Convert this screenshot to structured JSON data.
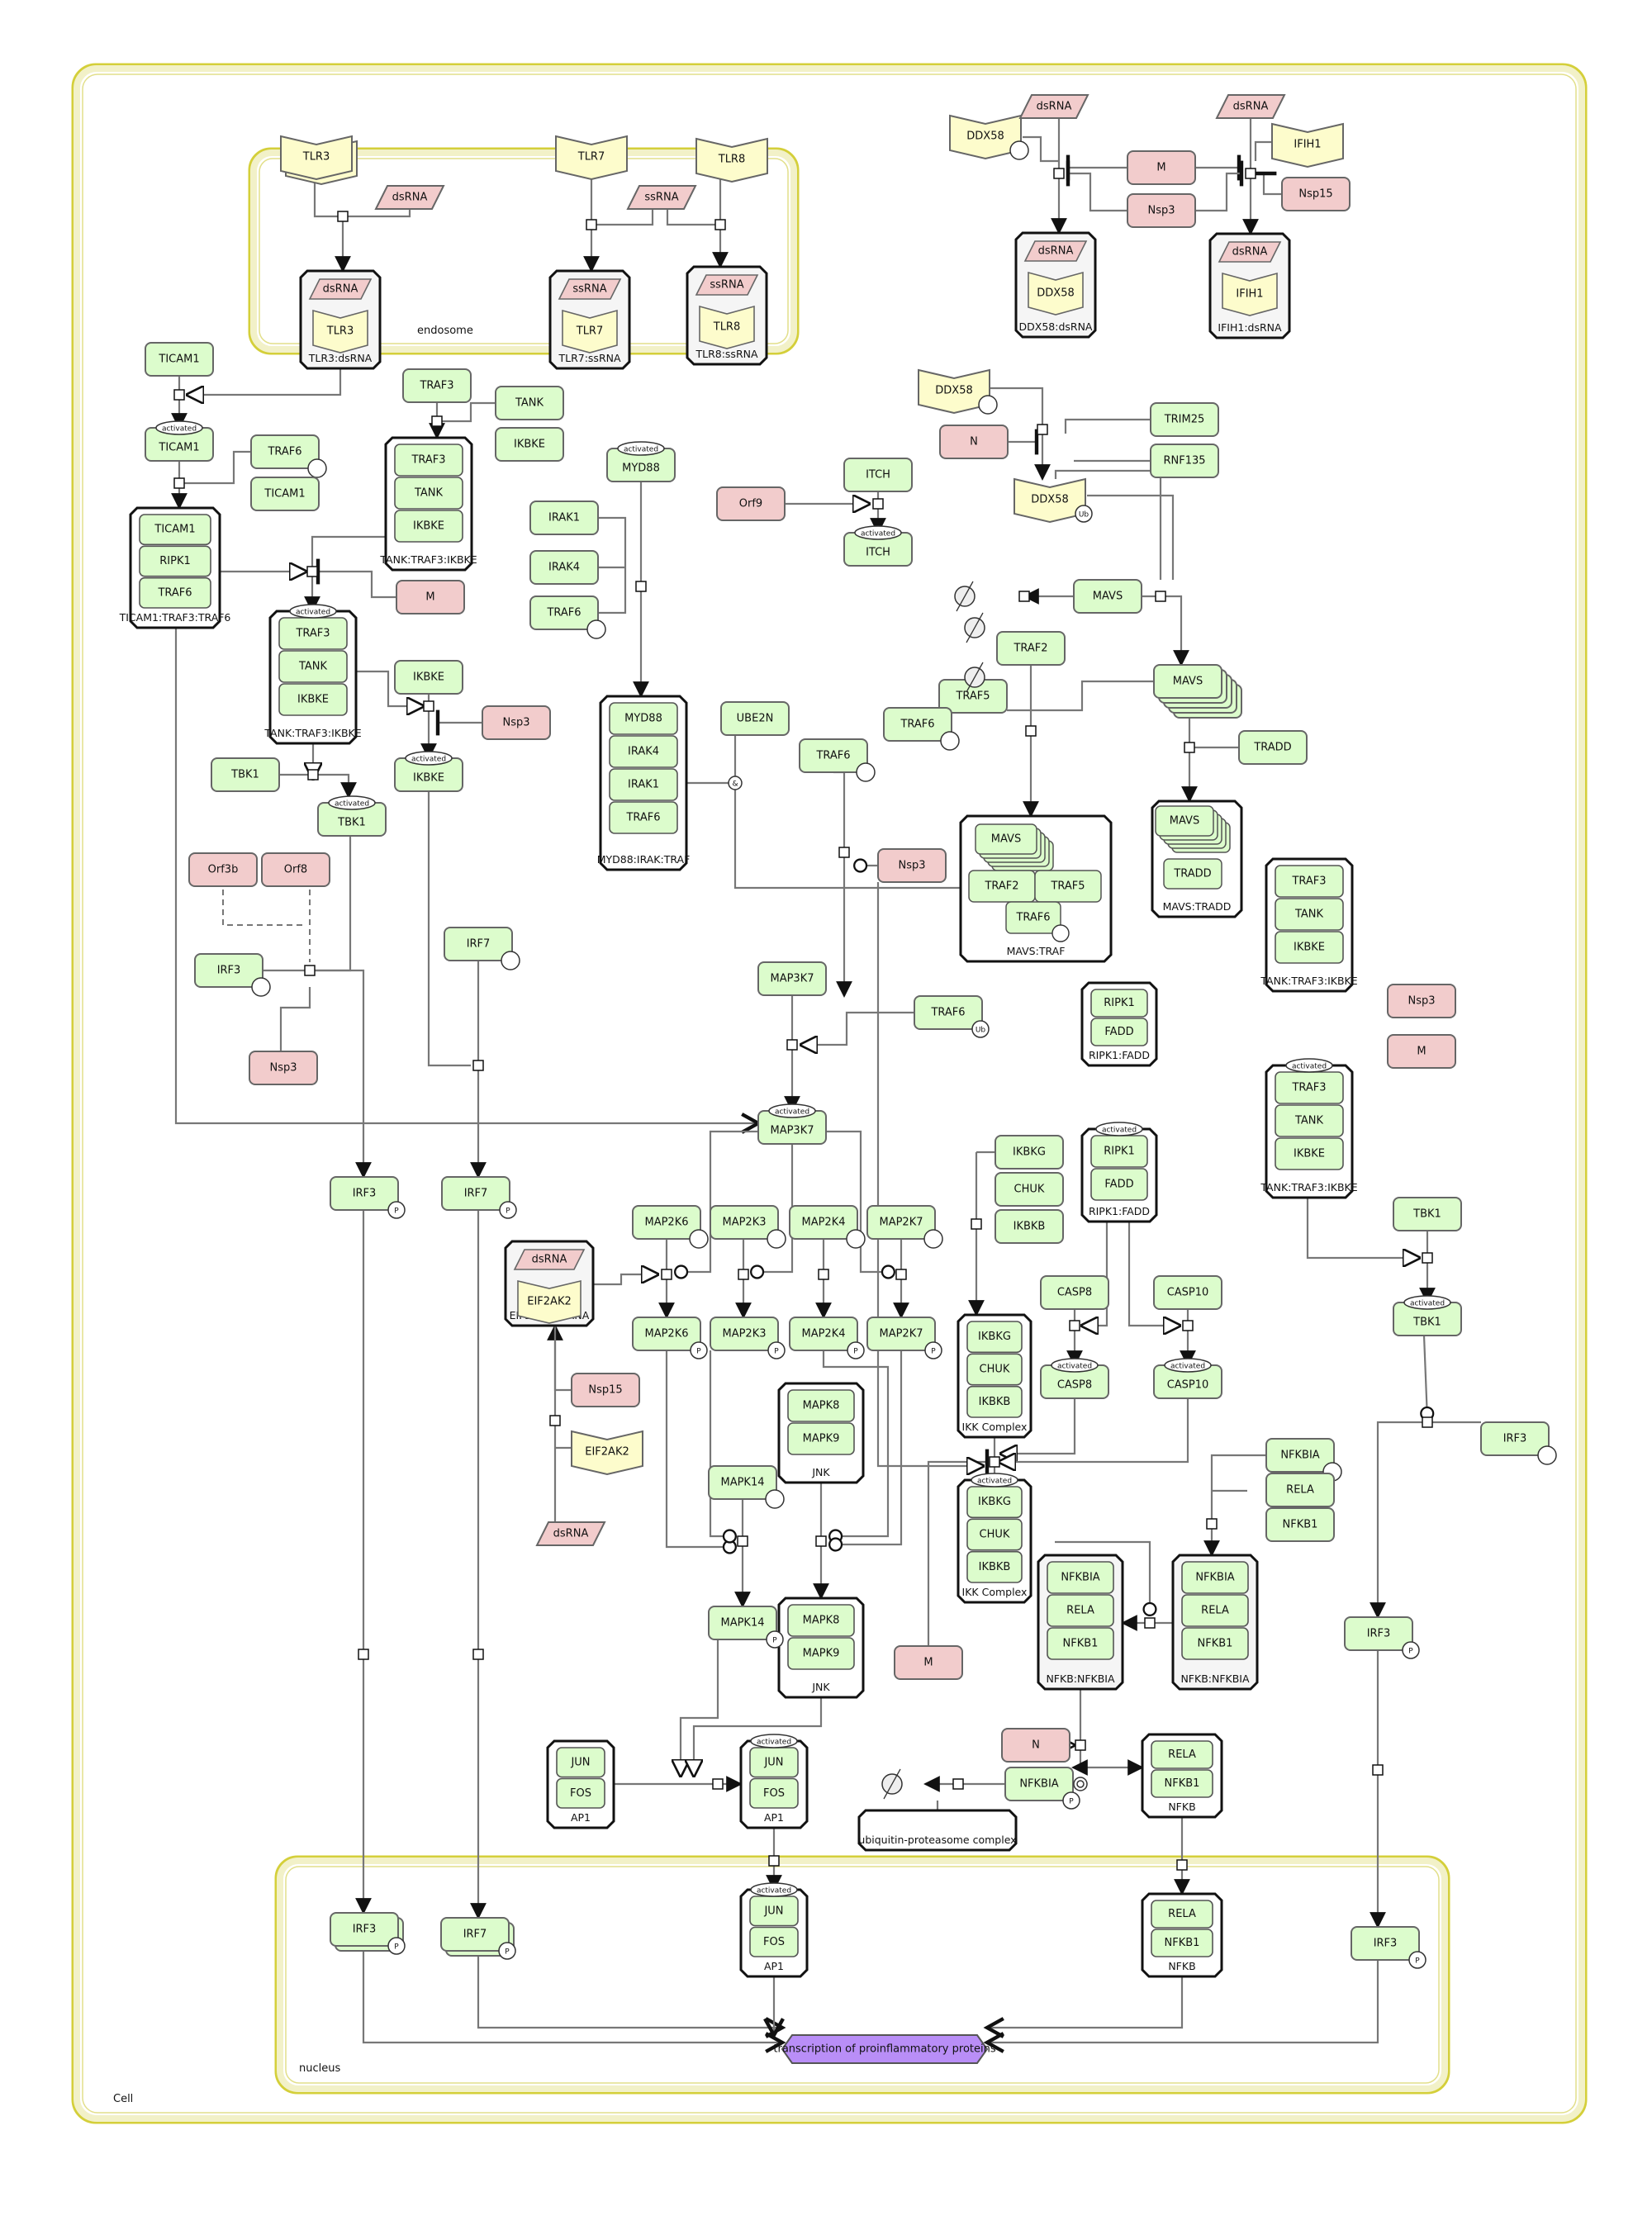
{
  "title": "SARS-CoV innate immune signaling pathway (SBGN process diagram)",
  "compartments": {
    "cell": "Cell",
    "endosome": "endosome",
    "nucleus": "nucleus"
  },
  "state_labels": {
    "activated": "activated",
    "phospho": "P",
    "ubiquitin": "Ub"
  },
  "colors": {
    "host_protein": "#dcfccc",
    "viral_protein": "#f2cccc",
    "receptor": "#fdfccc",
    "rna": "#f2cccc",
    "complex_bg": "#f5f5f5",
    "phenotype": "#b98ef7",
    "compartment": "#d4cf3a",
    "compartment_fill": "#f2f1c8"
  },
  "nodes": [
    {
      "id": "tlr3",
      "label": "TLR3",
      "kind": "receptor",
      "multimer": true
    },
    {
      "id": "tlr7",
      "label": "TLR7",
      "kind": "receptor"
    },
    {
      "id": "tlr8",
      "label": "TLR8",
      "kind": "receptor"
    },
    {
      "id": "dsrna_e",
      "label": "dsRNA",
      "kind": "rna"
    },
    {
      "id": "ssrna_e",
      "label": "ssRNA",
      "kind": "rna"
    },
    {
      "id": "ddx58_a",
      "label": "DDX58",
      "kind": "receptor",
      "sv": "empty"
    },
    {
      "id": "dsrna_r1",
      "label": "dsRNA",
      "kind": "rna"
    },
    {
      "id": "dsrna_r2",
      "label": "dsRNA",
      "kind": "rna"
    },
    {
      "id": "ifih1",
      "label": "IFIH1",
      "kind": "receptor"
    },
    {
      "id": "m_top",
      "label": "M",
      "kind": "viral"
    },
    {
      "id": "nsp3_top",
      "label": "Nsp3",
      "kind": "viral"
    },
    {
      "id": "nsp15_top",
      "label": "Nsp15",
      "kind": "viral"
    },
    {
      "id": "ticam1",
      "label": "TICAM1",
      "kind": "protein"
    },
    {
      "id": "ticam1_act",
      "label": "TICAM1",
      "kind": "protein",
      "activated": true
    },
    {
      "id": "traf6_a",
      "label": "TRAF6",
      "kind": "protein",
      "sv": "empty"
    },
    {
      "id": "ticam1_b",
      "label": "TICAM1",
      "kind": "protein"
    },
    {
      "id": "traf3_a",
      "label": "TRAF3",
      "kind": "protein"
    },
    {
      "id": "tank_a",
      "label": "TANK",
      "kind": "protein"
    },
    {
      "id": "ikbke_a",
      "label": "IKBKE",
      "kind": "protein"
    },
    {
      "id": "myd88_act",
      "label": "MYD88",
      "kind": "protein",
      "activated": true
    },
    {
      "id": "myd88",
      "label": "MYD88",
      "kind": "protein"
    },
    {
      "id": "irak1",
      "label": "IRAK1",
      "kind": "protein"
    },
    {
      "id": "irak4",
      "label": "IRAK4",
      "kind": "protein"
    },
    {
      "id": "traf6_b",
      "label": "TRAF6",
      "kind": "protein",
      "sv": "empty"
    },
    {
      "id": "m_a",
      "label": "M",
      "kind": "viral"
    },
    {
      "id": "ddx58_b",
      "label": "DDX58",
      "kind": "receptor",
      "sv": "empty"
    },
    {
      "id": "n_a",
      "label": "N",
      "kind": "viral"
    },
    {
      "id": "trim25",
      "label": "TRIM25",
      "kind": "protein"
    },
    {
      "id": "rnf135",
      "label": "RNF135",
      "kind": "protein"
    },
    {
      "id": "ddx58_ub",
      "label": "DDX58",
      "kind": "receptor",
      "sv": "Ub"
    },
    {
      "id": "itch",
      "label": "ITCH",
      "kind": "protein"
    },
    {
      "id": "orf9",
      "label": "Orf9",
      "kind": "viral"
    },
    {
      "id": "itch_act",
      "label": "ITCH",
      "kind": "protein",
      "activated": true
    },
    {
      "id": "mavs",
      "label": "MAVS",
      "kind": "protein"
    },
    {
      "id": "traf2",
      "label": "TRAF2",
      "kind": "protein"
    },
    {
      "id": "traf5",
      "label": "TRAF5",
      "kind": "protein"
    },
    {
      "id": "traf6_c",
      "label": "TRAF6",
      "kind": "protein",
      "sv": "empty"
    },
    {
      "id": "mavs_multi",
      "label": "MAVS",
      "kind": "protein",
      "multimer": true
    },
    {
      "id": "tradd",
      "label": "TRADD",
      "kind": "protein"
    },
    {
      "id": "ikbke_b",
      "label": "IKBKE",
      "kind": "protein"
    },
    {
      "id": "nsp3_a",
      "label": "Nsp3",
      "kind": "viral"
    },
    {
      "id": "ikbke_act",
      "label": "IKBKE",
      "kind": "protein",
      "activated": true
    },
    {
      "id": "tbk1_a",
      "label": "TBK1",
      "kind": "protein"
    },
    {
      "id": "tbk1_act",
      "label": "TBK1",
      "kind": "protein",
      "activated": true
    },
    {
      "id": "ube2n",
      "label": "UBE2N",
      "kind": "protein"
    },
    {
      "id": "traf6_d",
      "label": "TRAF6",
      "kind": "protein",
      "sv": "empty"
    },
    {
      "id": "nsp3_b",
      "label": "Nsp3",
      "kind": "viral"
    },
    {
      "id": "orf3b",
      "label": "Orf3b",
      "kind": "viral"
    },
    {
      "id": "orf8",
      "label": "Orf8",
      "kind": "viral"
    },
    {
      "id": "irf3_a",
      "label": "IRF3",
      "kind": "protein",
      "sv": "empty"
    },
    {
      "id": "nsp3_c",
      "label": "Nsp3",
      "kind": "viral"
    },
    {
      "id": "irf7_a",
      "label": "IRF7",
      "kind": "protein",
      "sv": "empty"
    },
    {
      "id": "map3k7",
      "label": "MAP3K7",
      "kind": "protein"
    },
    {
      "id": "traf6_ub",
      "label": "TRAF6",
      "kind": "protein",
      "sv": "Ub"
    },
    {
      "id": "nsp3_d",
      "label": "Nsp3",
      "kind": "viral"
    },
    {
      "id": "m_b",
      "label": "M",
      "kind": "viral"
    },
    {
      "id": "map3k7_act",
      "label": "MAP3K7",
      "kind": "protein",
      "activated": true
    },
    {
      "id": "irf3_p",
      "label": "IRF3",
      "kind": "protein",
      "sv": "P"
    },
    {
      "id": "irf7_p",
      "label": "IRF7",
      "kind": "protein",
      "sv": "P"
    },
    {
      "id": "map2k6",
      "label": "MAP2K6",
      "kind": "protein",
      "sv": "empty"
    },
    {
      "id": "map2k3",
      "label": "MAP2K3",
      "kind": "protein",
      "sv": "empty"
    },
    {
      "id": "map2k4",
      "label": "MAP2K4",
      "kind": "protein",
      "sv": "empty"
    },
    {
      "id": "map2k7",
      "label": "MAP2K7",
      "kind": "protein",
      "sv": "empty"
    },
    {
      "id": "map2k6_p",
      "label": "MAP2K6",
      "kind": "protein",
      "sv": "P"
    },
    {
      "id": "map2k3_p",
      "label": "MAP2K3",
      "kind": "protein",
      "sv": "P"
    },
    {
      "id": "map2k4_p",
      "label": "MAP2K4",
      "kind": "protein",
      "sv": "P"
    },
    {
      "id": "map2k7_p",
      "label": "MAP2K7",
      "kind": "protein",
      "sv": "P"
    },
    {
      "id": "ikbkg",
      "label": "IKBKG",
      "kind": "protein"
    },
    {
      "id": "chuk",
      "label": "CHUK",
      "kind": "protein"
    },
    {
      "id": "ikbkb",
      "label": "IKBKB",
      "kind": "protein"
    },
    {
      "id": "casp8",
      "label": "CASP8",
      "kind": "protein"
    },
    {
      "id": "casp10",
      "label": "CASP10",
      "kind": "protein"
    },
    {
      "id": "casp8_act",
      "label": "CASP8",
      "kind": "protein",
      "activated": true
    },
    {
      "id": "casp10_act",
      "label": "CASP10",
      "kind": "protein",
      "activated": true
    },
    {
      "id": "tbk1_b",
      "label": "TBK1",
      "kind": "protein"
    },
    {
      "id": "tbk1_b_act",
      "label": "TBK1",
      "kind": "protein",
      "activated": true
    },
    {
      "id": "irf3_b",
      "label": "IRF3",
      "kind": "protein",
      "sv": "empty"
    },
    {
      "id": "irf3_b_p",
      "label": "IRF3",
      "kind": "protein",
      "sv": "P"
    },
    {
      "id": "nfkbia",
      "label": "NFKBIA",
      "kind": "protein",
      "sv": "empty"
    },
    {
      "id": "rela",
      "label": "RELA",
      "kind": "protein"
    },
    {
      "id": "nfkb1",
      "label": "NFKB1",
      "kind": "protein"
    },
    {
      "id": "nsp15_b",
      "label": "Nsp15",
      "kind": "viral"
    },
    {
      "id": "eif2ak2",
      "label": "EIF2AK2",
      "kind": "receptor"
    },
    {
      "id": "dsrna_eif",
      "label": "dsRNA",
      "kind": "rna"
    },
    {
      "id": "mapk14",
      "label": "MAPK14",
      "kind": "protein",
      "sv": "empty"
    },
    {
      "id": "mapk14_p",
      "label": "MAPK14",
      "kind": "protein",
      "sv": "P"
    },
    {
      "id": "m_c",
      "label": "M",
      "kind": "viral"
    },
    {
      "id": "n_b",
      "label": "N",
      "kind": "viral"
    },
    {
      "id": "nfkbia_p",
      "label": "NFKBIA",
      "kind": "protein",
      "sv": "P"
    },
    {
      "id": "irf3_nuc",
      "label": "IRF3",
      "kind": "protein",
      "sv": "P",
      "multimer": true
    },
    {
      "id": "irf7_nuc",
      "label": "IRF7",
      "kind": "protein",
      "sv": "P",
      "multimer": true
    },
    {
      "id": "irf3_nuc2",
      "label": "IRF3",
      "kind": "protein",
      "sv": "P"
    },
    {
      "id": "phenotype",
      "label": "transcription of proinflammatory proteins",
      "kind": "phenotype"
    }
  ],
  "complexes": [
    {
      "id": "c_tlr3",
      "label": "TLR3:dsRNA",
      "members": [
        "dsRNA",
        "TLR3"
      ]
    },
    {
      "id": "c_tlr7",
      "label": "TLR7:ssRNA",
      "members": [
        "ssRNA",
        "TLR7"
      ]
    },
    {
      "id": "c_tlr8",
      "label": "TLR8:ssRNA",
      "members": [
        "ssRNA",
        "TLR8"
      ]
    },
    {
      "id": "c_ddx58",
      "label": "DDX58:dsRNA",
      "members": [
        "dsRNA",
        "DDX58"
      ]
    },
    {
      "id": "c_ifih1",
      "label": "IFIH1:dsRNA",
      "members": [
        "dsRNA",
        "IFIH1"
      ]
    },
    {
      "id": "c_ticam",
      "label": "TICAM1:TRAF3:TRAF6",
      "members": [
        "TICAM1",
        "RIPK1",
        "TRAF6"
      ]
    },
    {
      "id": "c_tank1",
      "label": "TANK:TRAF3:IKBKE",
      "members": [
        "TRAF3",
        "TANK",
        "IKBKE"
      ]
    },
    {
      "id": "c_tank2",
      "label": "TANK:TRAF3:IKBKE",
      "members": [
        "TRAF3",
        "TANK",
        "IKBKE"
      ],
      "activated": true
    },
    {
      "id": "c_myd88",
      "label": "MYD88:IRAK:TRAF",
      "members": [
        "MYD88",
        "IRAK4",
        "IRAK1",
        "TRAF6"
      ]
    },
    {
      "id": "c_mavstraf",
      "label": "MAVS:TRAF",
      "members": [
        "MAVS",
        "TRAF2",
        "TRAF5",
        "TRAF6"
      ]
    },
    {
      "id": "c_mavstradd",
      "label": "MAVS:TRADD",
      "members": [
        "MAVS",
        "TRADD"
      ]
    },
    {
      "id": "c_tank3",
      "label": "TANK:TRAF3:IKBKE",
      "members": [
        "TRAF3",
        "TANK",
        "IKBKE"
      ]
    },
    {
      "id": "c_tank4",
      "label": "TANK:TRAF3:IKBKE",
      "members": [
        "TRAF3",
        "TANK",
        "IKBKE"
      ],
      "activated": true
    },
    {
      "id": "c_ripk1",
      "label": "RIPK1:FADD",
      "members": [
        "RIPK1",
        "FADD"
      ]
    },
    {
      "id": "c_ripk1_act",
      "label": "RIPK1:FADD",
      "members": [
        "RIPK1",
        "FADD"
      ],
      "activated": true
    },
    {
      "id": "c_eif2ak2",
      "label": "EIF2AK2:dsRNA",
      "members": [
        "dsRNA",
        "EIF2AK2"
      ]
    },
    {
      "id": "c_ikk",
      "label": "IKK Complex",
      "members": [
        "IKBKG",
        "CHUK",
        "IKBKB"
      ]
    },
    {
      "id": "c_ikk_act",
      "label": "IKK Complex",
      "members": [
        "IKBKG",
        "CHUK",
        "IKBKB"
      ],
      "activated": true
    },
    {
      "id": "c_jnk",
      "label": "JNK",
      "members": [
        "MAPK8",
        "MAPK9"
      ]
    },
    {
      "id": "c_jnk_p",
      "label": "JNK",
      "members": [
        "MAPK8",
        "MAPK9"
      ]
    },
    {
      "id": "c_nfkb_nfkbia_p",
      "label": "NFKB:NFKBIA",
      "members": [
        "NFKBIA",
        "RELA",
        "NFKB1"
      ]
    },
    {
      "id": "c_nfkb_nfkbia",
      "label": "NFKB:NFKBIA",
      "members": [
        "NFKBIA",
        "RELA",
        "NFKB1"
      ]
    },
    {
      "id": "c_ap1",
      "label": "AP1",
      "members": [
        "JUN",
        "FOS"
      ]
    },
    {
      "id": "c_ap1_act",
      "label": "AP1",
      "members": [
        "JUN",
        "FOS"
      ],
      "activated": true
    },
    {
      "id": "c_nfkb",
      "label": "NFKB",
      "members": [
        "RELA",
        "NFKB1"
      ]
    },
    {
      "id": "c_ubiq",
      "label": "ubiquitin-proteasome complex",
      "members": []
    },
    {
      "id": "c_ap1_nuc",
      "label": "AP1",
      "members": [
        "JUN",
        "FOS"
      ],
      "activated": true
    },
    {
      "id": "c_nfkb_nuc",
      "label": "NFKB",
      "members": [
        "RELA",
        "NFKB1"
      ]
    }
  ]
}
